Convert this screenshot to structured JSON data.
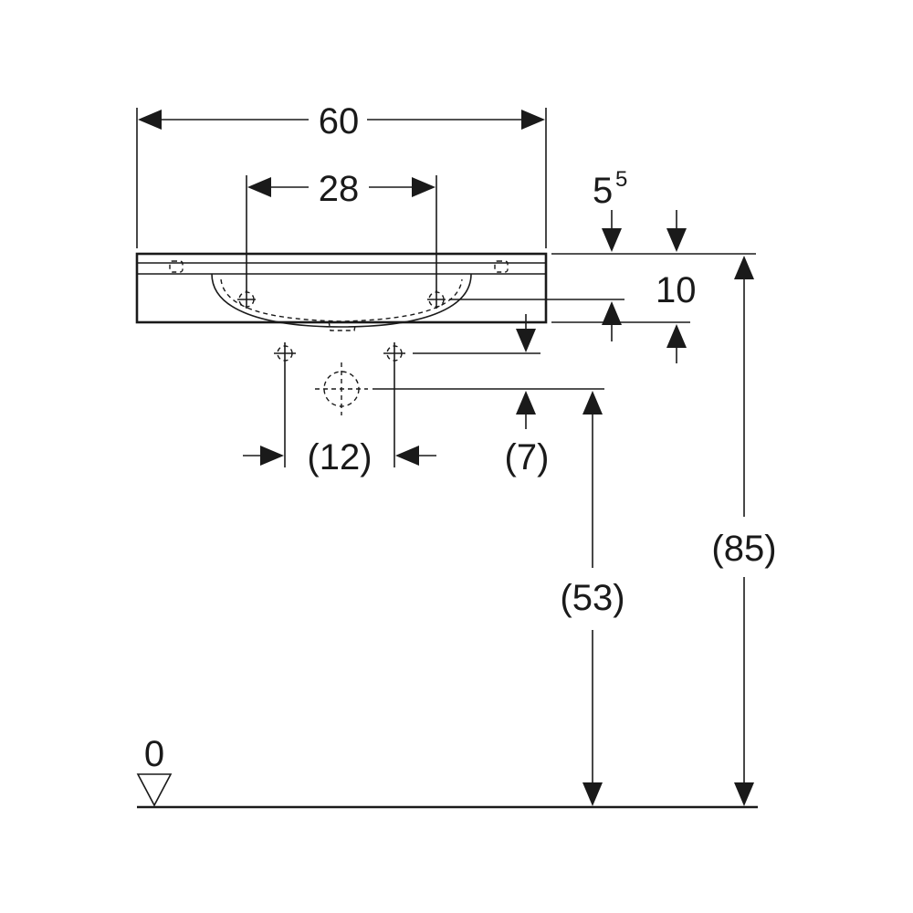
{
  "dimensions": {
    "overall_width": "60",
    "tap_hole_spacing": "28",
    "top_thickness_base": "5",
    "top_thickness_sup": "5",
    "rim_depth": "10",
    "supply_spacing": "(12)",
    "drain_offset": "(7)",
    "drain_height": "(53)",
    "rim_height": "(85)",
    "floor_level": "0"
  }
}
